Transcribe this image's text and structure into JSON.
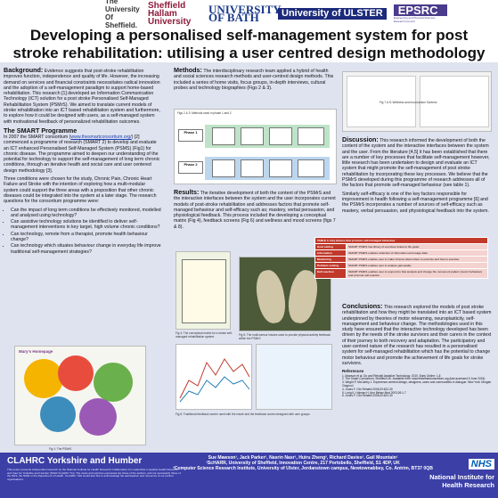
{
  "header": {
    "logos": [
      "The University Of Sheffield.",
      "Sheffield Hallam University",
      "UNIVERSITY OF BATH",
      "University of ULSTER",
      "EPSRC",
      "Engineering and Physical Sciences Research Council"
    ],
    "title": "Developing a personalised self-management system for post stroke rehabilitation: utilising a user centred design methodology"
  },
  "left": {
    "bg_heading": "Background:",
    "bg_text": "Evidence suggests that post-stroke rehabilitation improves function, independence and quality of life. However, the increasing demand on services and financial constraints necessitates radical innovation and the adoption of a self-management paradigm to support home-based rehabilitation. This research [1] developed an Information Communication Technology (ICT) solution for a post stroke Personalised Self-Managed Rehabilitation System (PSMrS). We aimed to translate current models of stroke rehabilitation into an ICT based rehabilitation system and furthermore, to explore how it could be designed with users, as a self-managed system with motivational feedback of personalized rehabilitation outcomes.",
    "smart_heading": "The SMART Programme",
    "smart_p1a": "In 2007 the SMART consortium (",
    "smart_link": "www.thesmartconsortium.org/",
    "smart_p1b": ") [2] commenced a programme of research (SMART 2) to develop and evaluate an ICT enhanced Personalised Self-Managed System (PSMS) (Fig1) for chronic disease. The programme aimed to deepen our understanding of the potential for technology to support the self-management of long term chronic conditions, through an iterative health and social care and user centered design methodology [3].",
    "smart_p2": "Three conditions were chosen for the study, Chronic Pain, Chronic Heart Failure and Stroke with the intention of exploring how a multi-modular system could support the three areas with a proposition that other chronic diseases could be integrated into the system at a later stage. The research questions for the consortium programme were:",
    "bullets": [
      "Can the impact of long term conditions be effectively monitored, modelled and analysed using technology?",
      "Can assistive technology solutions be identified to deliver self-management interventions in key target, high volume chronic conditions?",
      "Can technology, remote from a therapist, promote health behaviour change?",
      "Can technology which situates behaviour change in everyday life improve traditional self-management strategies?"
    ],
    "fig1_title": "Mary's Homepage",
    "fig1_caption": "Fig 1: The PSMrS"
  },
  "middle": {
    "methods_heading": "Methods:",
    "methods_text": "The interdisciplinary research team applied a hybrid of health and social sciences research methods and user-centred design methods. This included a series of home visits, focus groups, in-depth interviews, cultural probes and technology biographies (Figs 2 & 3).",
    "fig2_caption": "Figs 2 & 3: Methods used in phase 1 and 2",
    "phase1": "Phase 1",
    "phase2": "Phase 2",
    "results_heading": "Results:",
    "results_text": "The iterative development of both the content of the PSMrS and the interactive interfaces between the system and the user incorporates current models of post-stroke rehabilitation and addresses factors that promote self-managed behaviour and self-efficacy such as; mastery, verbal persuasion, and physiological feedback. This process included the developing a conceptual matrix (Fig 4), feedback screens (Fig 6) and wellness and mood screens (figs 7 & 8).",
    "fig4_caption": "Fig 4: The conceptual matrix for a stroke self-managed rehabilitation system",
    "fig5_caption": "Fig 5: The multi-sensor insoles used to provide physical activity feedback within the PSMrS",
    "fig6_caption": "Fig 6: Traditional feedback screen used with the insole and the feedback screen designed with user groups"
  },
  "right": {
    "fig78_caption": "Fig 7 & 8: Wellness and mood action Screens",
    "discussion_heading": "Discussion:",
    "discussion_text": "This research informed the development of both the content of the system and the interactive interfaces between the system and the user. From the literature [4,5] it has been established that there are a number of key processes that facilitate self-management however, little research has been undertaken to design and evaluate an ICT system that might promote the self-management of post stroke rehabilitation by incorporating these key processes. We believe that the PSMrS developed during this programme of research addresses all of the factors that promote self-managed behaviour (see table 1).",
    "discussion_text2": "Similarly self-efficacy is one of the key factors responsible for improvement in health following a self-management programme [6] and the PSMrS incorporates a number of sources of self-efficacy such as mastery, verbal persuasion, and physiological feedback into the system.",
    "table_header": "TABLE 1: Key factors that promote self-managed behaviour",
    "table_rows": [
      {
        "k": "Goal setting",
        "v": "SMART PSMrS has library of exercises linked to life goals"
      },
      {
        "k": "Information",
        "v": "SMART PSMrS enables collection of information and usage data"
      },
      {
        "k": "Monitoring",
        "v": "SMART PSMrS enables user to make choices about when to exercise and how to exercise"
      },
      {
        "k": "Problem solving",
        "v": "SMART PSMrS enables user to analyse gait quality"
      },
      {
        "k": "Self-reaction",
        "v": "SMART PSMrS enables user to respond to that analysis and change the movement pattern (motor behaviour) and promote self-reaction"
      }
    ],
    "conclusions_heading": "Conclusions:",
    "conclusions_text": "This research explored the models of post stroke rehabilitation and how they might be translated into an ICT based system underpinned by theories of motor relearning, neuroplasticity, self-management and behaviour change. The methodologies used in this study have ensured that the interactive technology developed has been driven by the needs of the stroke survivors and their carers in the context of their journey to both recovery and adaptation. The participatory and user-centred nature of the research has resulted in a personalised system for self-managed rehabilitation which has the potential to change motor behaviour and promote the achievement of life goals for stroke survivors.",
    "refs_heading": "References",
    "refs": [
      "1. Mawson et al. Do and Rehabil Assistive Technology. 2010; Early Online: 1-8",
      "2. The Smart Consortium, Sheffield UK. Available from: www.thesmartconsortium.org (last accessed 5 June 2015)",
      "3. Wright P, McCarthy J. Experience-centred design, designers, users and communities in dialogue. New York: Morgan Claypool",
      "4. Jones F. Clin Rehabil 2006;20:622-30",
      "5. Lorig K, Holman H. Ann Behav Med 2003;26:1-7",
      "6. Jones F. Clin Rehabil 2006;20:622-30"
    ]
  },
  "footer": {
    "org": "CLAHRC Yorkshire and Humber",
    "small": "This poster presents independent research by the National Institute for Health Research Collaboration for Leadership in Applied Health Research and Care for Yorkshire and Humber (NIHR CLAHRC YH). The views and opinions expressed are those of the authors, and not necessarily those of the NHS, the NIHR or the Department of Health. CLAHRC Y&H would also like to acknowledge the participation and resources of our partner organisations.",
    "authors": "Sue Mawson¹, Jack Parker¹, Nasrin Nasr¹, Huiru Zheng², Richard Davies², Gail Mountain¹",
    "affil1": "¹ScHARR, University of Sheffield, Innovation Centre, 217 Portobello, Sheffield, S1 4DP, UK",
    "affil2": "²Computer Science Research Institute, University of Ulster, Jordanstown campus, Newtownabbey, Co. Antrim, BT37 0QB",
    "nhs_badge": "NHS",
    "nhs_line1": "National Institute for",
    "nhs_line2": "Health Research"
  },
  "colors": {
    "panel": "#dfe3f0",
    "footer": "#3b3fa6",
    "table": "#c0392b",
    "link": "#1a3fb0"
  }
}
